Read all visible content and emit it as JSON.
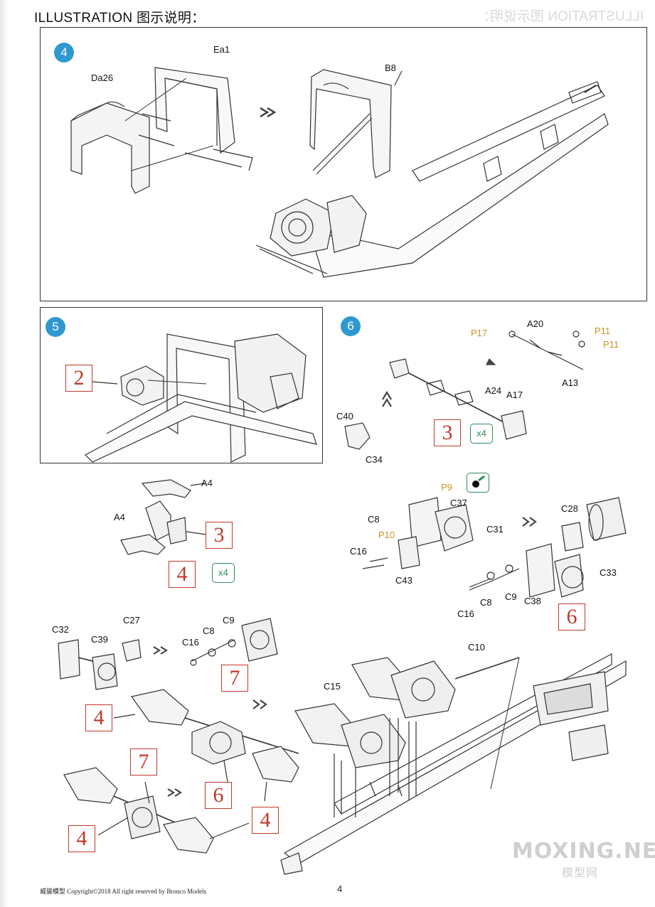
{
  "header": {
    "title": "ILLUSTRATION 图示说明："
  },
  "steps": {
    "s4": {
      "number": "4",
      "labels": {
        "da26": "Da26",
        "ea1": "Ea1",
        "b8": "B8"
      }
    },
    "s5": {
      "number": "5",
      "refs": {
        "r2": "2"
      }
    },
    "s6": {
      "number": "6",
      "labels": {
        "p17": "P17",
        "a20": "A20",
        "p11a": "P11",
        "p11b": "P11",
        "a13": "A13",
        "a24": "A24",
        "a17": "A17",
        "c40": "C40",
        "c34": "C34"
      },
      "refs": {
        "r3": "3"
      },
      "mult": "x4"
    }
  },
  "sub_a4": {
    "labels": {
      "a4a": "A4",
      "a4b": "A4"
    },
    "refs": {
      "r3": "3",
      "r4": "4"
    },
    "mult": "x4"
  },
  "sub_c": {
    "labels": {
      "p9": "P9",
      "c37": "C37",
      "c8": "C8",
      "p10": "P10",
      "c31": "C31",
      "c16": "C16",
      "c43": "C43",
      "c28": "C28",
      "c33": "C33",
      "c16b": "C16",
      "c8b": "C8",
      "c9": "C9",
      "c38": "C38"
    },
    "refs": {
      "r6": "6"
    }
  },
  "bottom_left": {
    "labels": {
      "c32": "C32",
      "c39": "C39",
      "c27": "C27",
      "c16": "C16",
      "c8": "C8",
      "c9": "C9"
    },
    "refs": {
      "r7a": "7",
      "r4a": "4",
      "r7b": "7",
      "r6": "6",
      "r4b": "4",
      "r4c": "4"
    }
  },
  "bottom_right": {
    "labels": {
      "c10": "C10",
      "c15": "C15"
    }
  },
  "footer": {
    "left": "威骏模型 Copyright©2018 All right reserved by Bronco Models",
    "page": "4"
  },
  "watermark": {
    "line1": "MOXING.NET",
    "line2": "模型网"
  },
  "colors": {
    "step_badge": "#2f98cf",
    "ref_box": "#c0392b",
    "multiplier": "#2e8b57",
    "option_label": "#c89520"
  }
}
